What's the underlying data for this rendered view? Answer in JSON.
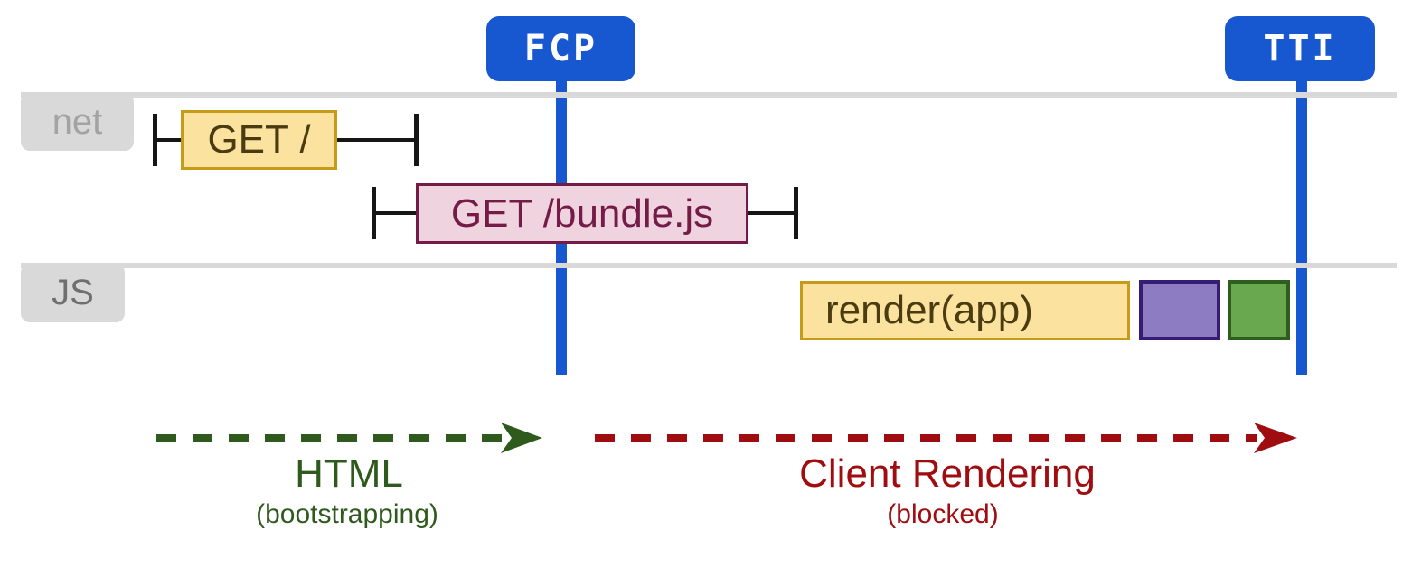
{
  "markers": [
    {
      "id": "fcp",
      "label": "FCP"
    },
    {
      "id": "tti",
      "label": "TTI"
    }
  ],
  "lanes": [
    {
      "id": "net",
      "label": "net"
    },
    {
      "id": "js",
      "label": "JS"
    }
  ],
  "spans": {
    "get_root": {
      "label": "GET /"
    },
    "get_bundle": {
      "label": "GET /bundle.js"
    },
    "render_app": {
      "label": "render(app)"
    },
    "purple_task": {
      "label": ""
    },
    "green_task": {
      "label": ""
    }
  },
  "phases": [
    {
      "id": "html",
      "label": "HTML",
      "sublabel": "(bootstrapping)"
    },
    {
      "id": "client_rendering",
      "label": "Client Rendering",
      "sublabel": "(blocked)"
    }
  ],
  "colors": {
    "blue": "#1757d0",
    "badge_text": "#ffffff",
    "lane_line": "#d9d9d9",
    "label_bg": "#d9d9d9",
    "net_label_text": "#a3a3a3",
    "js_label_text": "#6f6f6f",
    "whisker": "#161616",
    "task_yellow_fill": "#fbe29f",
    "task_yellow_border": "#c69b1a",
    "task_yellow_text": "#4a3c10",
    "task_pink_fill": "#efd4e0",
    "task_pink_border": "#741b47",
    "task_pink_text": "#741b47",
    "task_purple_fill": "#8e7cc3",
    "task_purple_border": "#351c75",
    "task_green_fill": "#6aa84f",
    "task_green_border": "#2e5e1b",
    "phase_green": "#2e5a1d",
    "phase_red": "#a00d10"
  }
}
